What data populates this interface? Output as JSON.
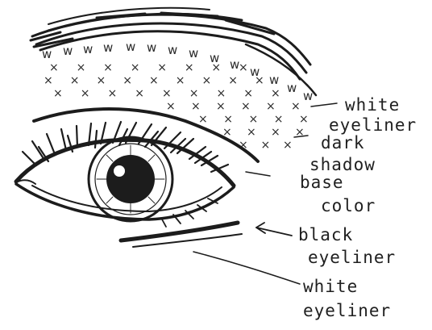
{
  "labels": {
    "white_eyeliner_top": [
      "white",
      "eyeliner"
    ],
    "dark_shadow": [
      "dark",
      "shadow"
    ],
    "base_color": [
      "base",
      "color"
    ],
    "black_eyeliner": [
      "black",
      "eyeliner"
    ],
    "white_eyeliner_bottom": [
      "white",
      "eyeliner"
    ]
  },
  "marks": {
    "white_glyph": "w",
    "shadow_glyph": "×"
  },
  "colors": {
    "ink": "#1c1c1c",
    "paper": "#ffffff"
  }
}
